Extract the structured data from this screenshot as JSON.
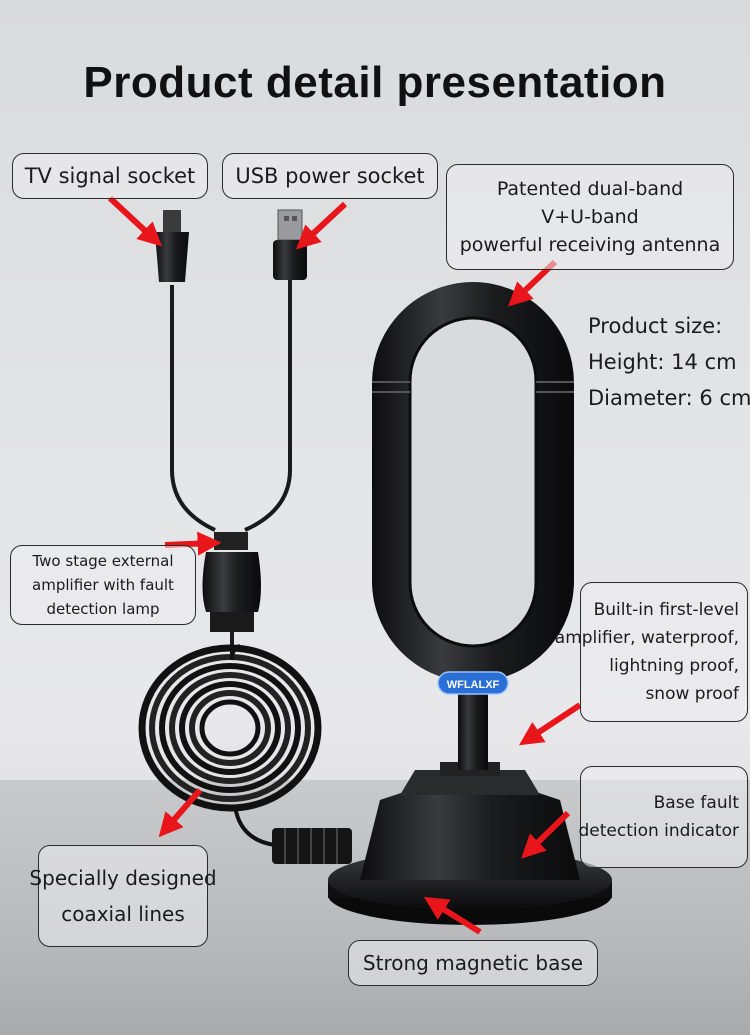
{
  "title": "Product detail presentation",
  "labels": {
    "tv_socket": "TV signal socket",
    "usb_socket": "USB power socket",
    "antenna": [
      "Patented dual-band",
      "V+U-band",
      "powerful receiving antenna"
    ],
    "amplifier": [
      "Two stage external",
      "amplifier with fault",
      "detection lamp"
    ],
    "builtin": [
      "Built-in first-level",
      "amplifier, waterproof,",
      "lightning proof,",
      "snow proof"
    ],
    "base_fault": [
      "Base fault",
      "detection indicator"
    ],
    "coax": [
      "Specially designed",
      "coaxial lines"
    ],
    "magnetic": "Strong magnetic base"
  },
  "size": {
    "heading": "Product size:",
    "height": "Height: 14 cm",
    "diameter": "Diameter: 6 cm"
  },
  "brand": "WFLALXF",
  "colors": {
    "arrow": "#e8151b",
    "device": "#1c1c1e",
    "badge": "#2a6fd6"
  }
}
